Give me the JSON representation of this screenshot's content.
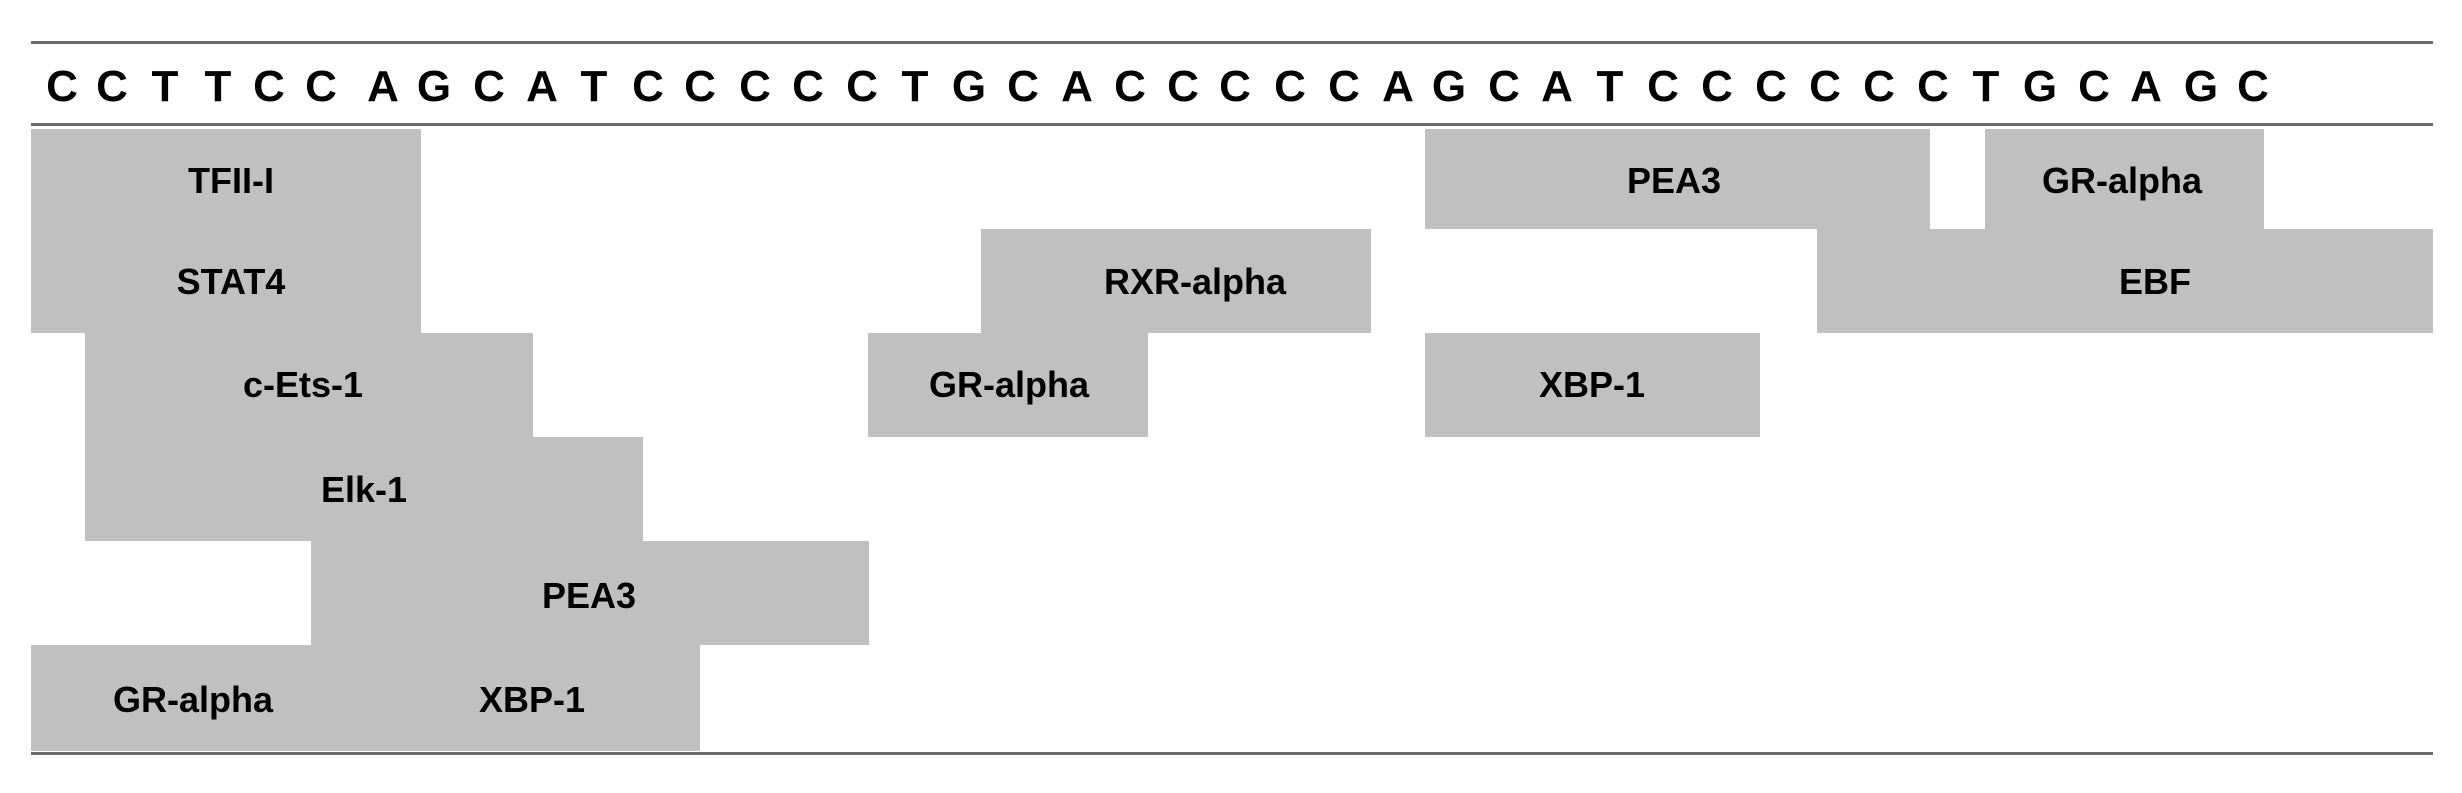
{
  "sequence": [
    "C",
    "C",
    "T",
    "T",
    "C",
    "C",
    "A",
    "G",
    "C",
    "A",
    "T",
    "C",
    "C",
    "C",
    "C",
    "C",
    "T",
    "G",
    "C",
    "A",
    "C",
    "C",
    "C",
    "C",
    "C",
    "A",
    "G",
    "C",
    "A",
    "T",
    "C",
    "C",
    "C",
    "C",
    "C",
    "C",
    "T",
    "G",
    "C",
    "A",
    "G",
    "C"
  ],
  "site_color": "#c0c0c0",
  "rule_color": "#6b6b6b",
  "sites": [
    {
      "label": "TFII-I"
    },
    {
      "label": "STAT4"
    },
    {
      "label": "c-Ets-1"
    },
    {
      "label": "Elk-1"
    },
    {
      "label": "PEA3"
    },
    {
      "label": "GR-alpha"
    },
    {
      "label": "XBP-1"
    },
    {
      "label": "RXR-alpha"
    },
    {
      "label": "GR-alpha"
    },
    {
      "label": "PEA3"
    },
    {
      "label": "XBP-1"
    },
    {
      "label": "GR-alpha"
    },
    {
      "label": "EBF"
    }
  ]
}
